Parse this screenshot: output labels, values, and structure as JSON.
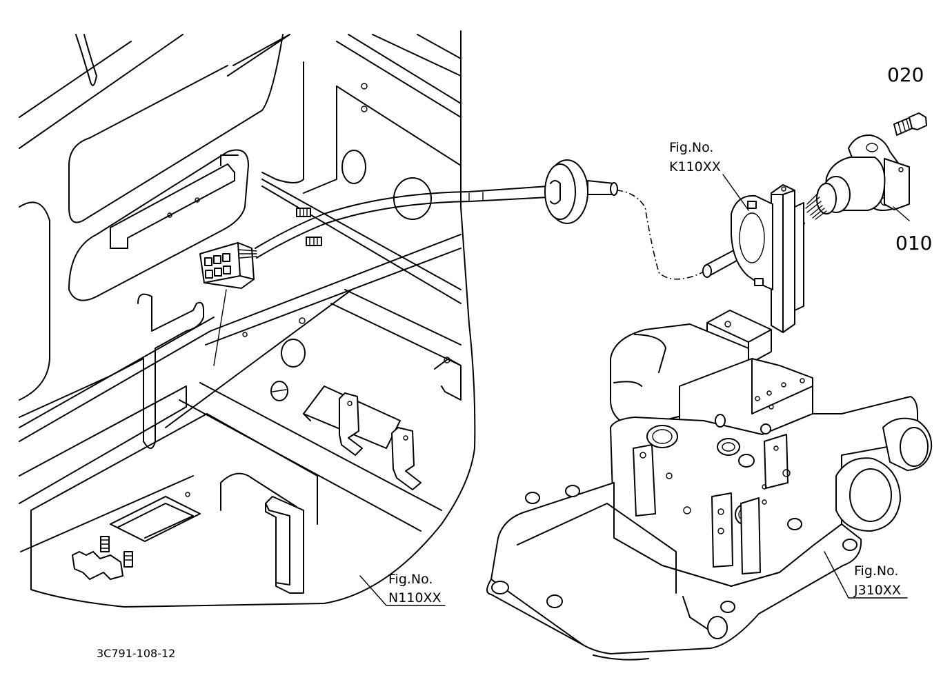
{
  "parts": {
    "p020": "020",
    "p010": "010"
  },
  "figure_refs": {
    "k110": {
      "line1": "Fig.No.",
      "line2": "K110XX"
    },
    "n110": {
      "line1": "Fig.No.",
      "line2": "N110XX"
    },
    "j310": {
      "line1": "Fig.No.",
      "line2": "J310XX"
    }
  },
  "drawing_code": "3C791-108-12"
}
